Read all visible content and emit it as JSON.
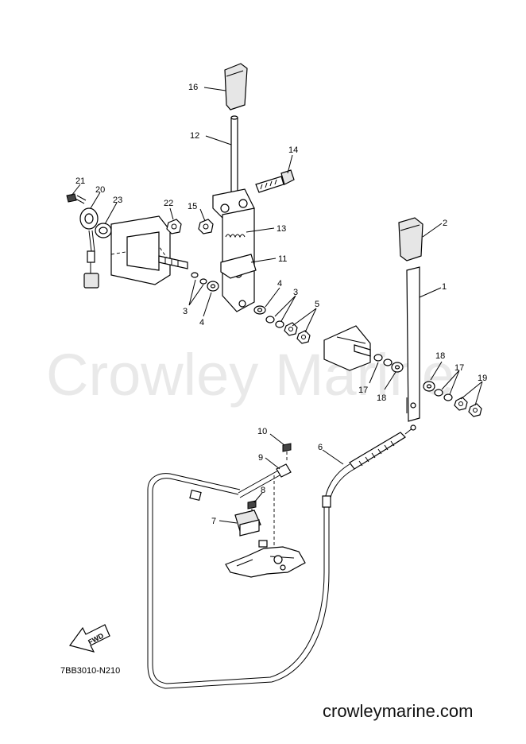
{
  "watermark": "Crowley Marine",
  "site": "crowleymarine.com",
  "diagram_code": "7BB3010-N210",
  "fwd_label": "FWD",
  "callouts": {
    "c1": "1",
    "c2": "2",
    "c3a": "3",
    "c3b": "3",
    "c4a": "4",
    "c4b": "4",
    "c5": "5",
    "c6": "6",
    "c7": "7",
    "c8": "8",
    "c9": "9",
    "c10": "10",
    "c11": "11",
    "c12": "12",
    "c13": "13",
    "c14": "14",
    "c15": "15",
    "c16": "16",
    "c17a": "17",
    "c17b": "17",
    "c18a": "18",
    "c18b": "18",
    "c19": "19",
    "c20": "20",
    "c21": "21",
    "c22": "22",
    "c23": "23"
  }
}
